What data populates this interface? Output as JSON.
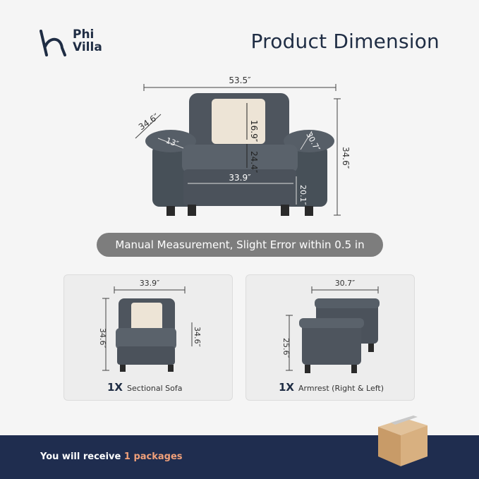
{
  "brand": {
    "line1": "Phi",
    "line2": "Villa",
    "logo_icon": "h-swoosh-logo-icon",
    "color": "#1f2d44"
  },
  "title": "Product Dimension",
  "main_dims": {
    "width": "53.5″",
    "arm_depth": "34.6″",
    "arm_width": "13″",
    "pillow_height": "16.9″",
    "back_height": "24.4″",
    "arm_height": "30.7″",
    "total_height": "34.6″",
    "seat_width": "33.9″",
    "seat_height": "20.1″"
  },
  "note": "Manual Measurement, Slight Error within 0.5 in",
  "sectional": {
    "width": "33.9″",
    "height": "34.6″",
    "depth": "34.6″",
    "qty": "1X",
    "label": "Sectional Sofa"
  },
  "armrest": {
    "width": "30.7″",
    "height": "25.6″",
    "qty": "1X",
    "label": "Armrest (Right & Left)"
  },
  "footer": {
    "prefix": "You will receive",
    "count": "1 packages",
    "icon": "cardboard-box-icon"
  },
  "colors": {
    "navy": "#1f2d4f",
    "fabric": "#4e555e",
    "pillow": "#ede4d6",
    "accent": "#f0a07a",
    "pill": "#7d7d7d"
  }
}
